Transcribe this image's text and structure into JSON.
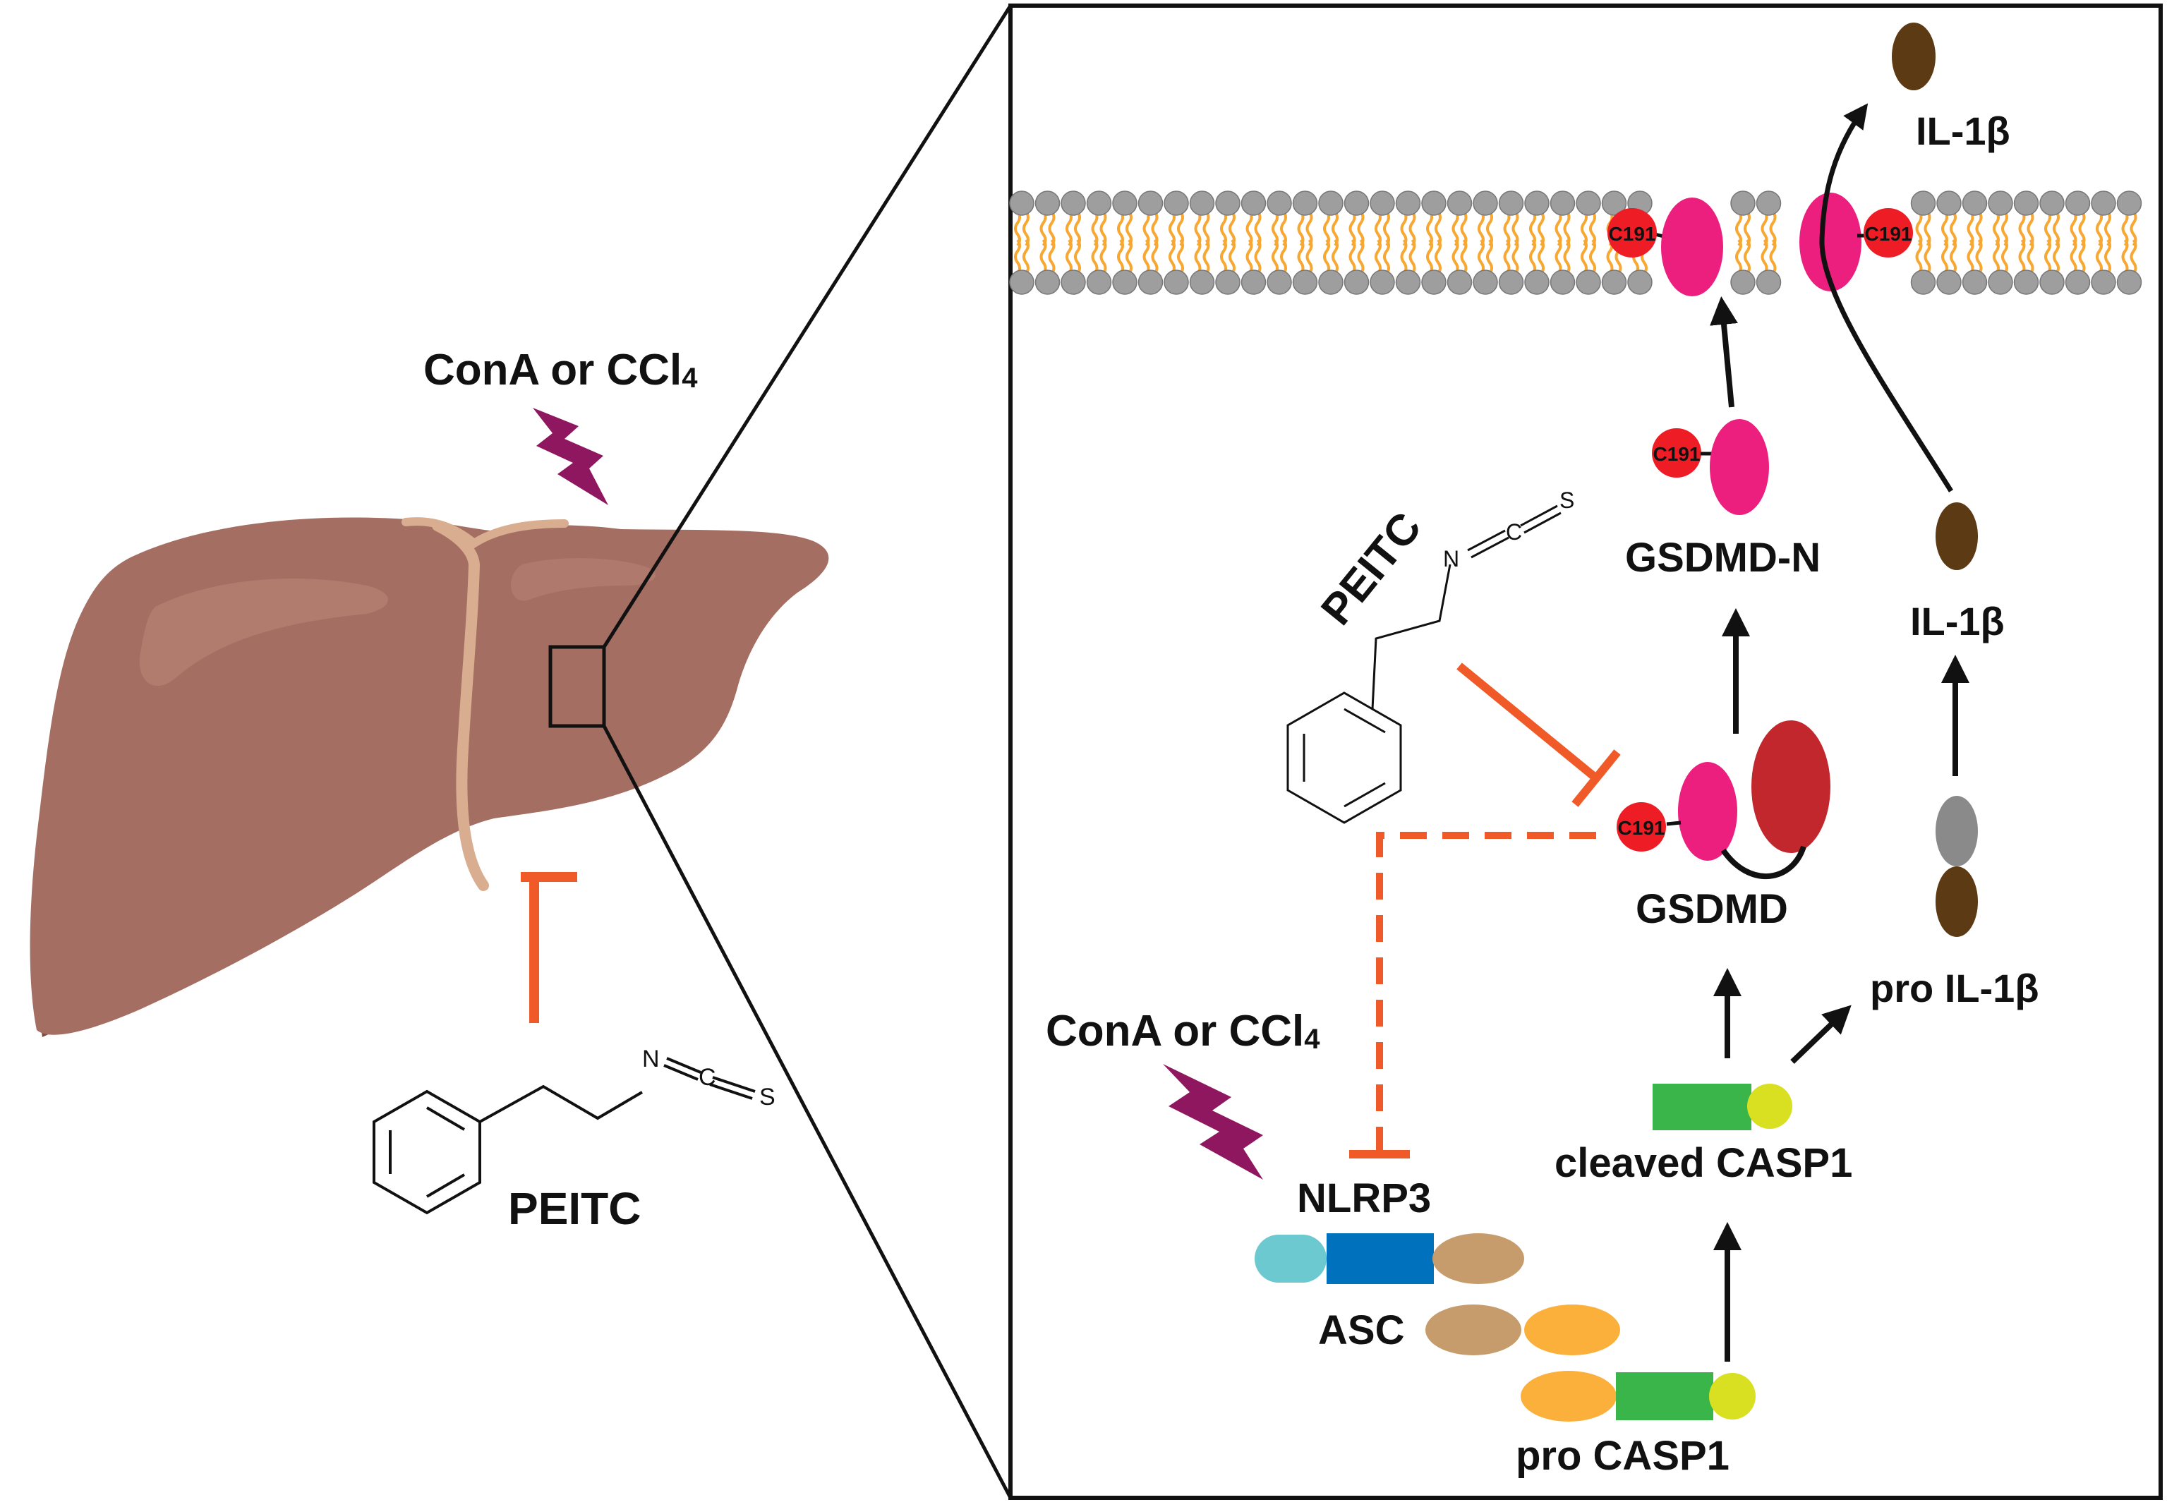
{
  "colors": {
    "liver": "#A56E62",
    "liver_dark": "#7E4B44",
    "liver_light": "#B98377",
    "ligament": "#D9AE90",
    "bolt": "#8E1760",
    "inhibit": "#F05A28",
    "gsdmd_n": "#EC1E7E",
    "gsdmd_c": "#C1272D",
    "c191": "#EE1C24",
    "il1b": "#5C3A14",
    "prodomain": "#8A8A8A",
    "casp1_body": "#39B54A",
    "casp1_tip": "#D9E021",
    "pyd": "#6CC9D0",
    "nacht": "#0071BC",
    "lrr": "#C69C6D",
    "card": "#FBB03B",
    "membrane_head": "#9E9E9E",
    "membrane_tail": "#F7A833"
  },
  "left": {
    "stimulus_label": "ConA or CCl",
    "stimulus_sub": "4",
    "drug_label": "PEITC",
    "chem_n": "N",
    "chem_c": "C",
    "chem_s": "S"
  },
  "right": {
    "il1b_out_label": "IL-1β",
    "c191_label": "C191",
    "gsdmd_n_label": "GSDMD-N",
    "il1b_label": "IL-1β",
    "drug_label": "PEITC",
    "chem_n": "N",
    "chem_c": "C",
    "chem_s": "S",
    "gsdmd_label": "GSDMD",
    "pro_il1b_label": "pro IL-1β",
    "stimulus_label": "ConA or CCl",
    "stimulus_sub": "4",
    "cleaved_casp1_label": "cleaved CASP1",
    "nlrp3_label": "NLRP3",
    "asc_label": "ASC",
    "pro_casp1_label": "pro CASP1"
  }
}
